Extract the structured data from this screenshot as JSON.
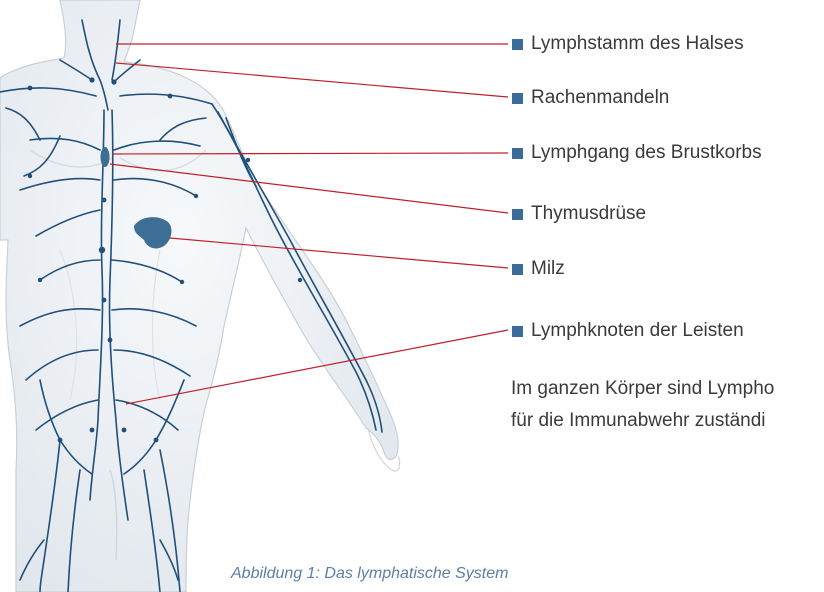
{
  "colors": {
    "bullet": "#3b6b9a",
    "leader_line": "#c0202a",
    "vessel": "#1f4f7a",
    "organ": "#3d6e95",
    "body_fill": "#eef1f4",
    "body_outline": "#c9d0d8",
    "caption": "#5b7fa6"
  },
  "labels": [
    {
      "id": "neck-trunk",
      "text": "Lymphstamm des Halses"
    },
    {
      "id": "tonsils",
      "text": "Rachenmandeln"
    },
    {
      "id": "thoracic-duct",
      "text": "Lymphgang des Brustkorbs"
    },
    {
      "id": "thymus",
      "text": "Thymusdrüse"
    },
    {
      "id": "spleen",
      "text": "Milz"
    },
    {
      "id": "inguinal-nodes",
      "text": "Lymphknoten der Leisten"
    }
  ],
  "note": {
    "line1": "Im ganzen Körper sind Lympho",
    "line2": "für die Immunabwehr zuständi"
  },
  "caption": "Abbildung 1: Das lymphatische System",
  "illustration": {
    "subject": "human-body-lymphatic-system",
    "icon": "lymphatic-body-illustration"
  }
}
